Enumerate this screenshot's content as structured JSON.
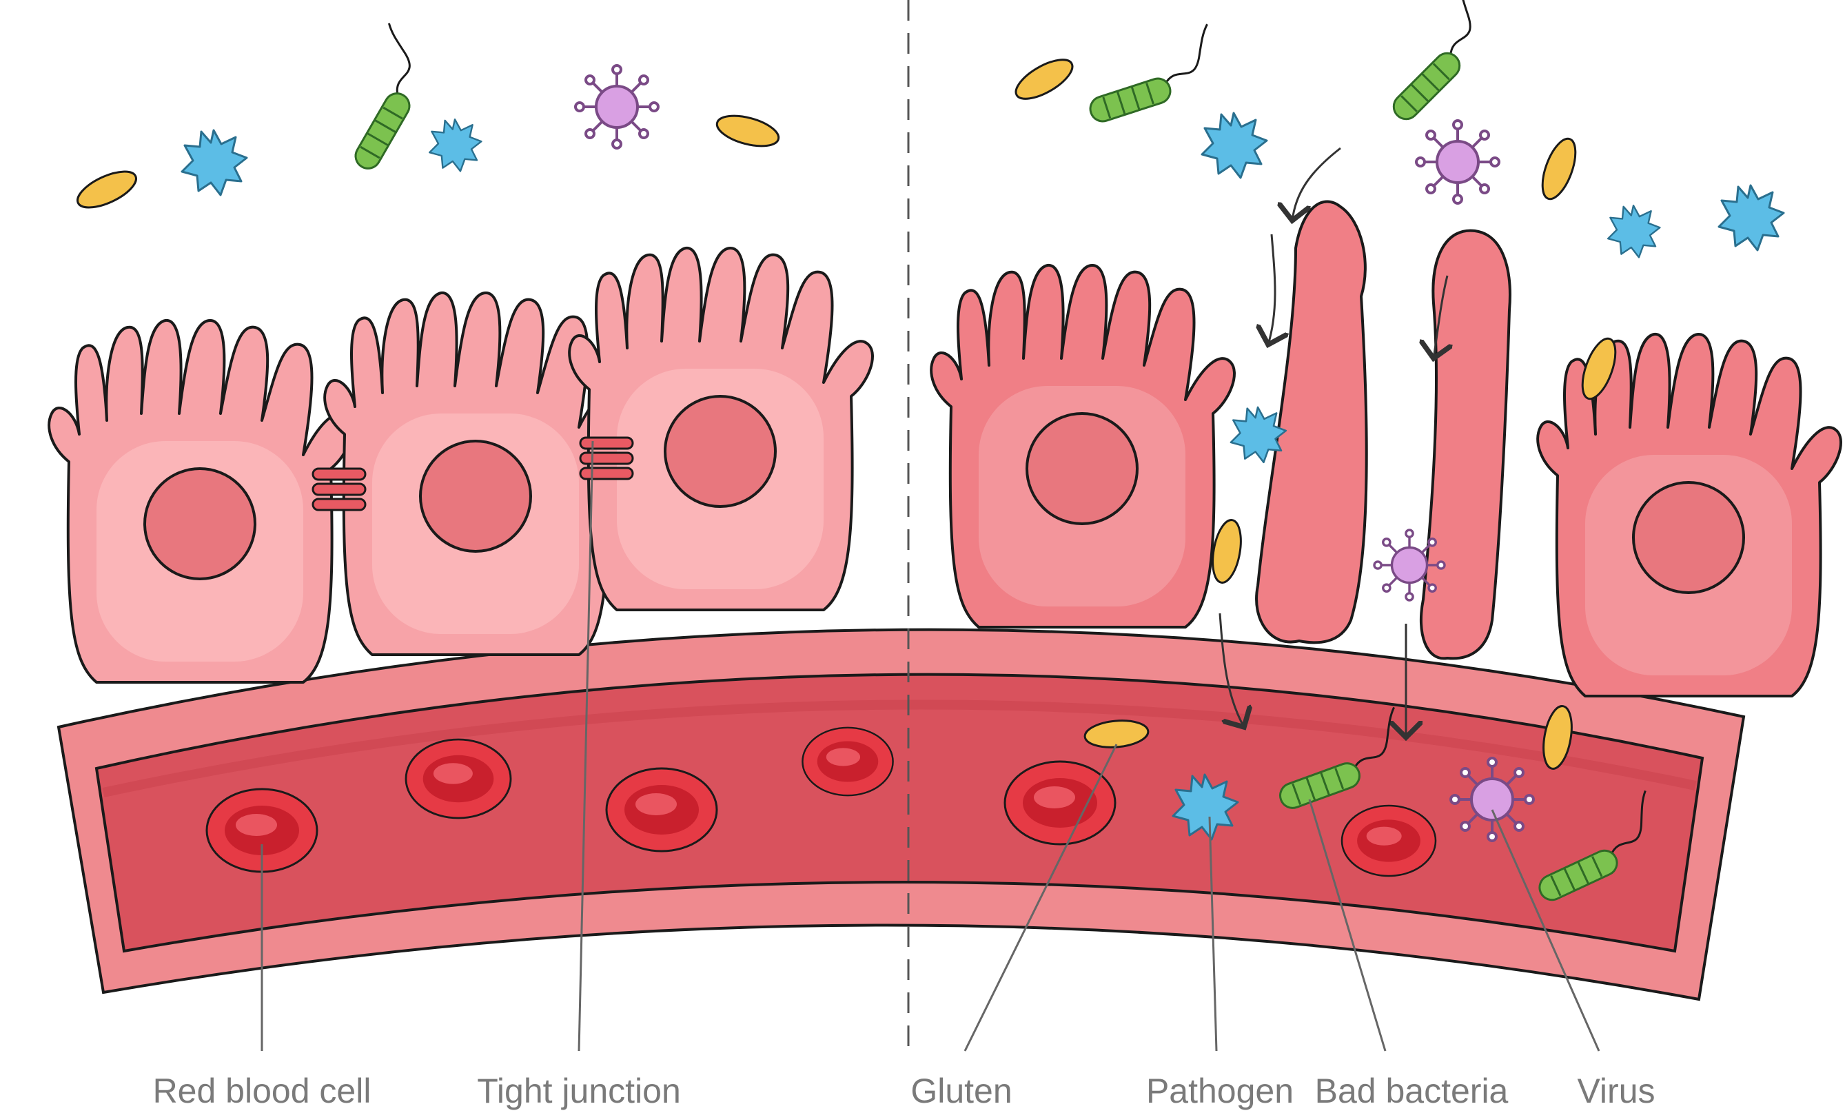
{
  "labels": {
    "red_blood_cell": "Red blood cell",
    "tight_junction": "Tight junction",
    "gluten": "Gluten",
    "pathogen": "Pathogen",
    "bad_bacteria": "Bad bacteria",
    "virus": "Virus"
  },
  "colors": {
    "cell_healthy": "#f7a3a8",
    "cell_healthy_inner": "#fbb9bc",
    "cell_inflamed": "#f07f86",
    "cell_inflamed_inner": "#f49ba0",
    "nucleus": "#e8777e",
    "vessel_outer": "#ef8a8f",
    "vessel_inner": "#d9525d",
    "red_blood_cell": "#e63a45",
    "gluten": "#f4c14a",
    "pathogen": "#5cbde6",
    "bacteria": "#7cc24f",
    "virus": "#d9a0e3",
    "outline": "#1a1a1a",
    "divider": "#555555",
    "leader_line": "#666666"
  },
  "icons": [
    "gluten-icon",
    "pathogen-icon",
    "bacteria-icon",
    "virus-icon",
    "red-blood-cell-icon",
    "tight-junction-icon"
  ]
}
